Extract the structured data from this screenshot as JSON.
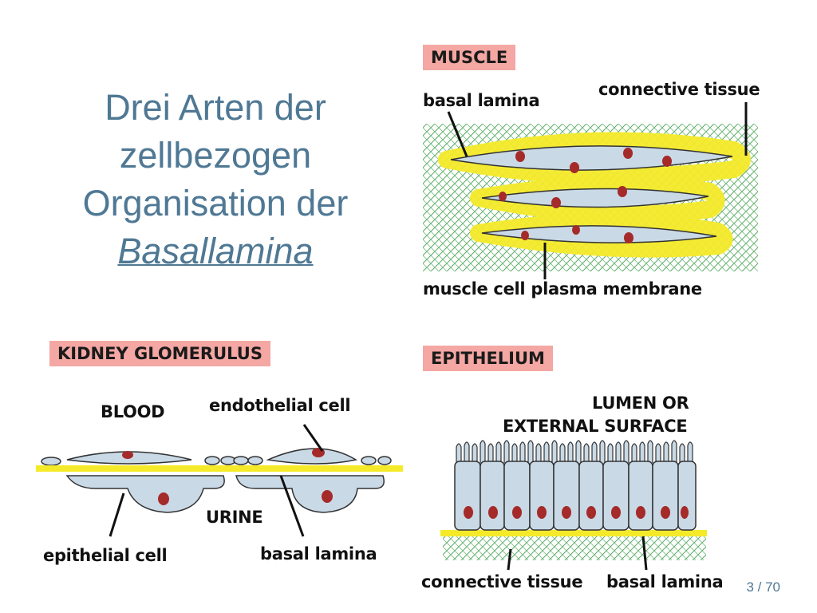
{
  "title": {
    "line1": "Drei Arten der",
    "line2": "zellbezogen",
    "line3": "Organisation der",
    "line4": "Basallamina"
  },
  "muscle": {
    "tag": "MUSCLE",
    "label_basal": "basal lamina",
    "label_ct": "connective tissue",
    "label_membrane": "muscle cell plasma membrane"
  },
  "kidney": {
    "tag": "KIDNEY GLOMERULUS",
    "label_blood": "BLOOD",
    "label_endo": "endothelial cell",
    "label_urine": "URINE",
    "label_epi": "epithelial cell",
    "label_basal": "basal lamina"
  },
  "epithelium": {
    "tag": "EPITHELIUM",
    "label_lumen1": "LUMEN OR",
    "label_lumen2": "EXTERNAL SURFACE",
    "label_ct": "connective tissue",
    "label_basal": "basal lamina"
  },
  "page": "3 / 70",
  "colors": {
    "title": "#4f7894",
    "tag": "#f4a7a3",
    "lamina": "#f5ea2a",
    "cell": "#c9d9e6",
    "nucleus": "#a52a2a",
    "tissue": "#3f9b4a"
  }
}
